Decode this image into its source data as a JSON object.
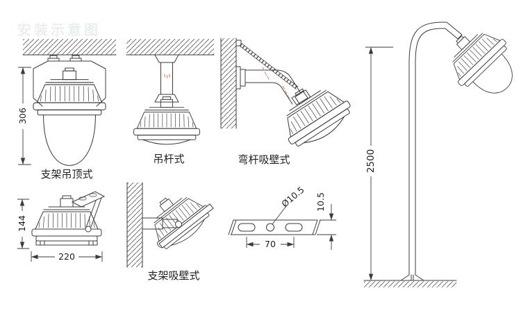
{
  "watermark": "安装示意图",
  "colors": {
    "line": "#3b3b3b",
    "text": "#1e1e1e",
    "watermark": "#e9efef",
    "accent_dash": "#d9836f"
  },
  "diagrams": {
    "bracket_ceiling": {
      "caption": "支架吊顶式",
      "dims": {
        "height": "306"
      }
    },
    "pendant_rod": {
      "caption": "吊杆式"
    },
    "bent_rod_wall": {
      "caption": "弯杆吸壁式"
    },
    "side_view": {
      "dims": {
        "height": "144",
        "width": "220"
      }
    },
    "bracket_wall": {
      "caption": "支架吸壁式"
    },
    "mounting_plate": {
      "dims": {
        "hole_diameter": "Ø10.5",
        "strip_height": "10.5",
        "hole_spacing": "70"
      }
    },
    "pole": {
      "dims": {
        "height": "2500"
      }
    }
  }
}
